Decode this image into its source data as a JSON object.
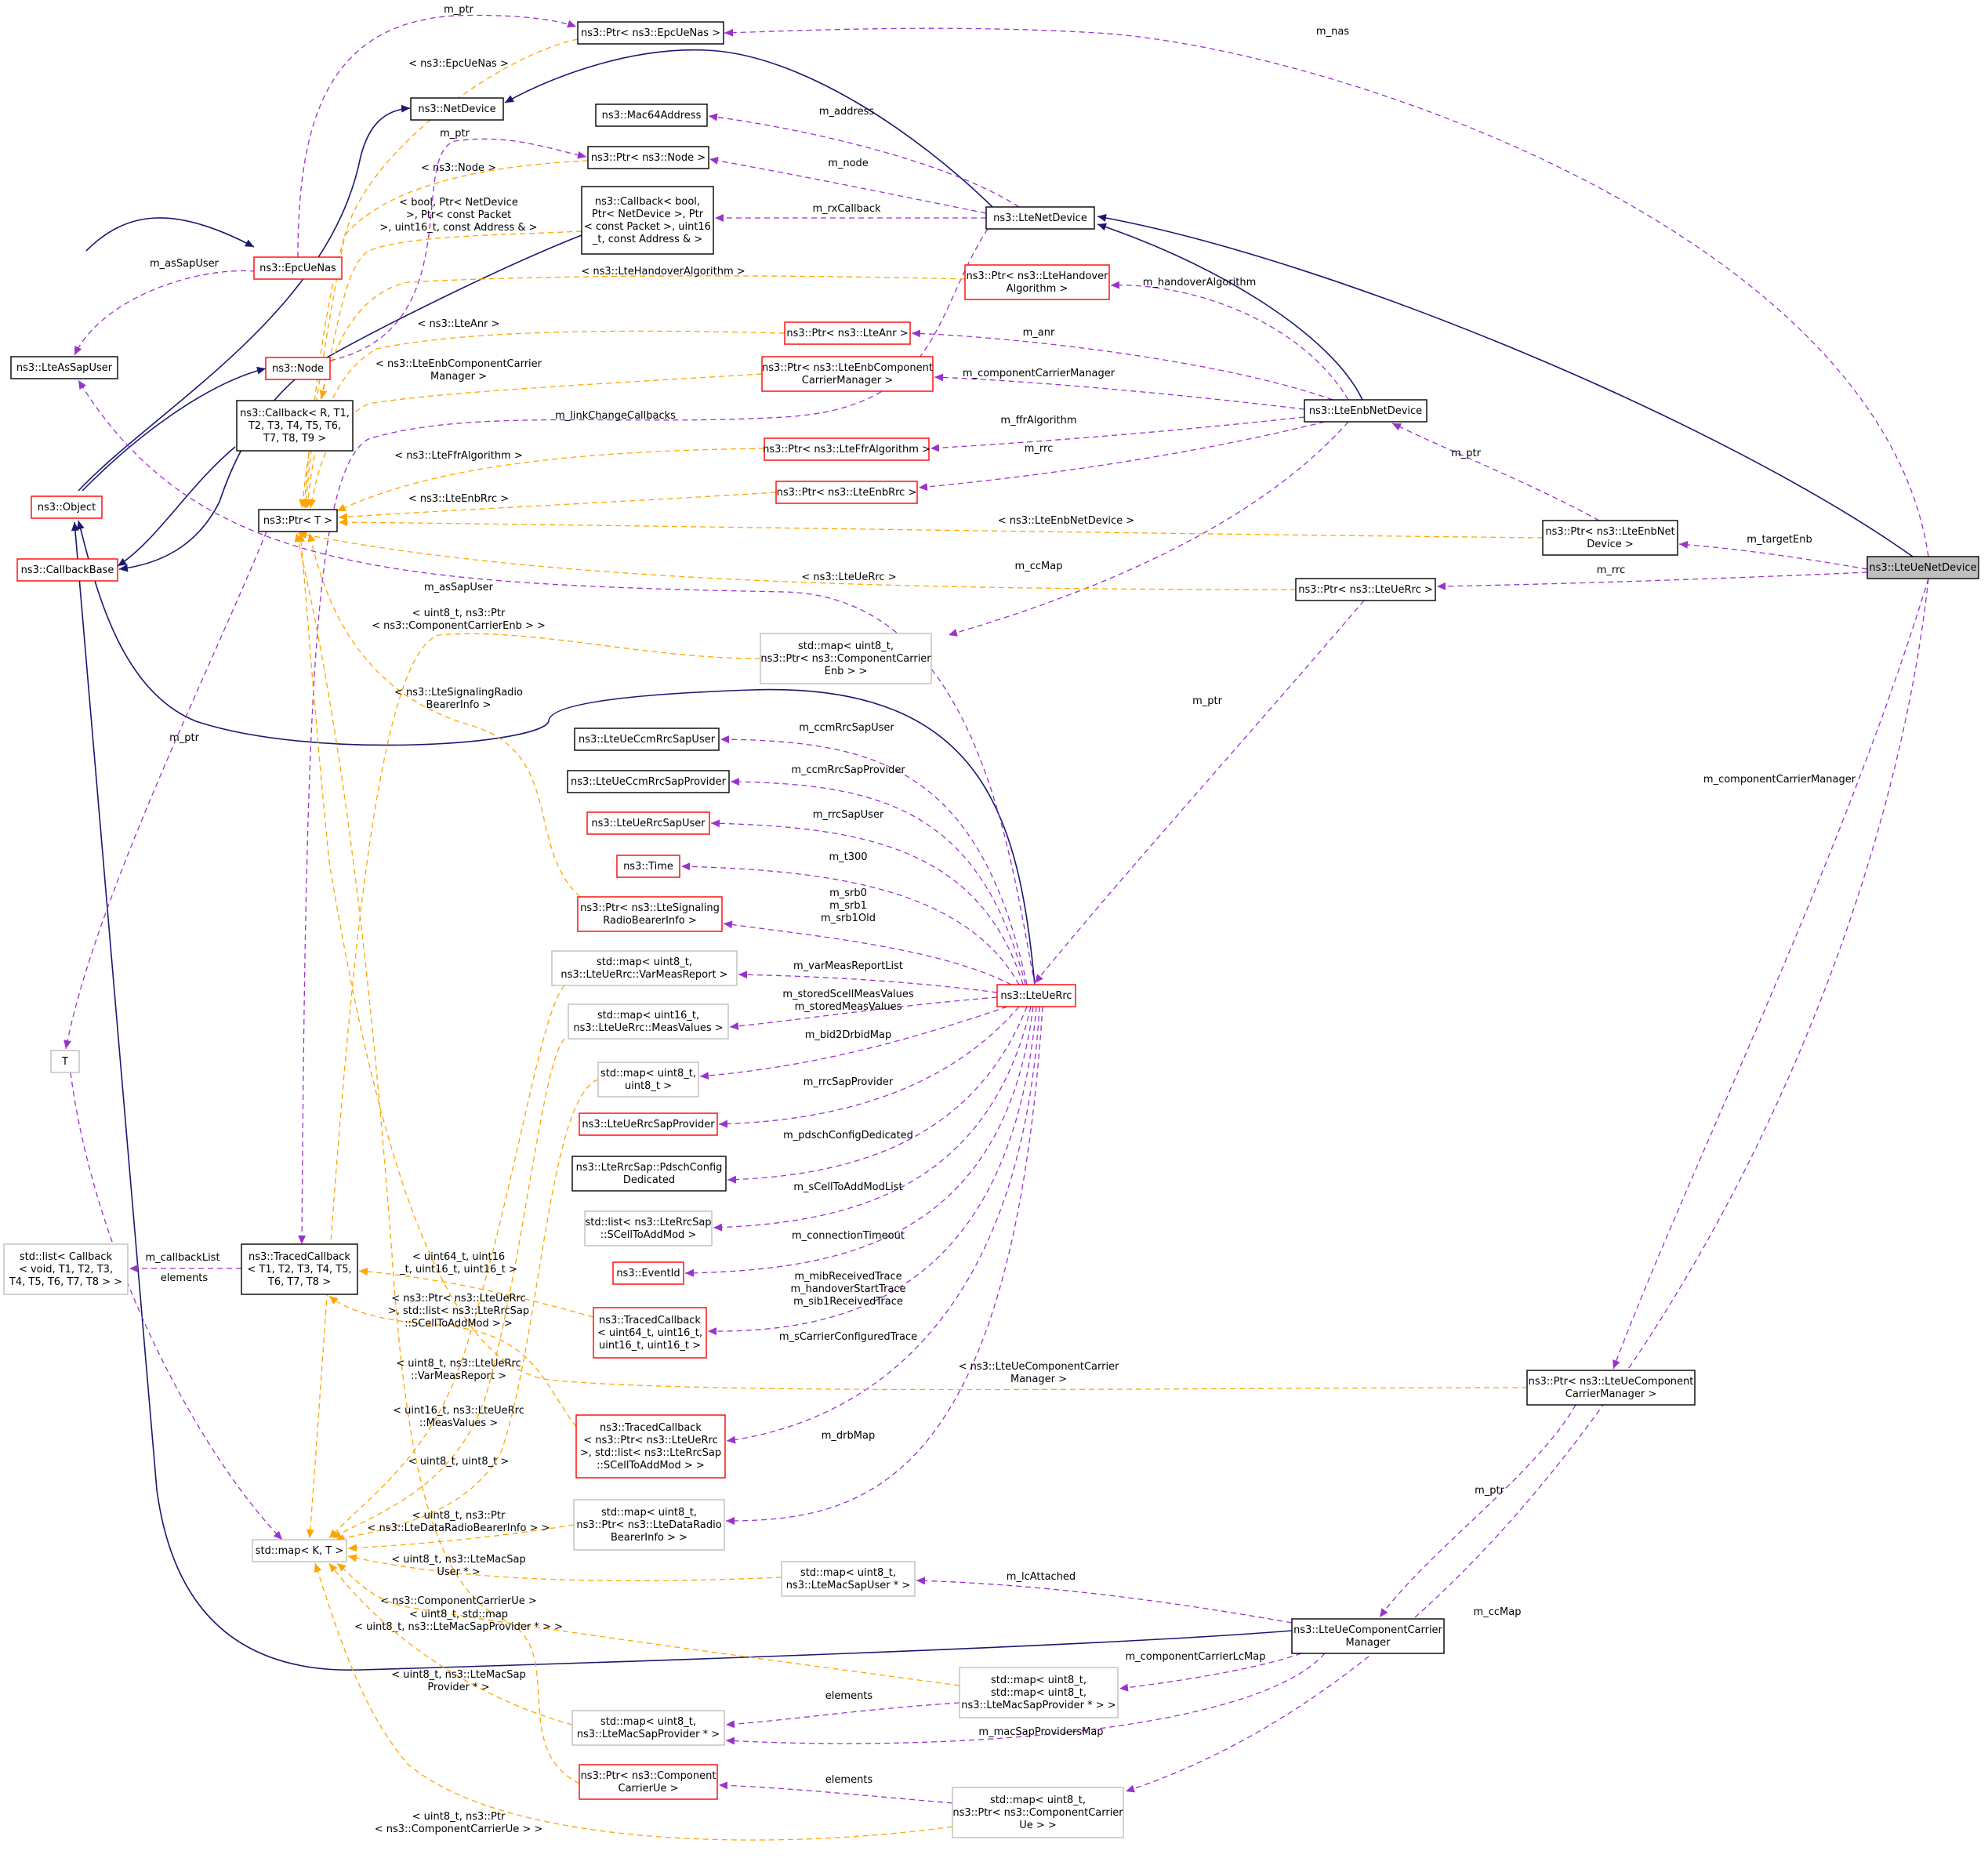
{
  "colors": {
    "box_black": "#000000",
    "box_red": "#ff0000",
    "box_gray": "#bfbfbf",
    "box_focus_fill": "#bfbfbf",
    "edge_inherit": "#191970",
    "edge_usage": "#9a32cd",
    "edge_template": "#ffa500"
  },
  "nodes": [
    {
      "id": "epcUeNasPtr",
      "lines": [
        "ns3::Ptr< ns3::EpcUeNas >"
      ],
      "style": "black"
    },
    {
      "id": "netDevice",
      "lines": [
        "ns3::NetDevice"
      ],
      "style": "black"
    },
    {
      "id": "mac64",
      "lines": [
        "ns3::Mac64Address"
      ],
      "style": "black"
    },
    {
      "id": "nodePtr",
      "lines": [
        "ns3::Ptr< ns3::Node >"
      ],
      "style": "black"
    },
    {
      "id": "cbBool",
      "lines": [
        "ns3::Callback< bool,",
        "Ptr< NetDevice >, Ptr",
        "< const Packet >, uint16",
        "_t, const Address & >"
      ],
      "style": "black"
    },
    {
      "id": "lteNetDevice",
      "lines": [
        "ns3::LteNetDevice"
      ],
      "style": "black"
    },
    {
      "id": "epcUeNas",
      "lines": [
        "ns3::EpcUeNas"
      ],
      "style": "red"
    },
    {
      "id": "handoverPtr",
      "lines": [
        "ns3::Ptr< ns3::LteHandover",
        "Algorithm >"
      ],
      "style": "red"
    },
    {
      "id": "lteAsSapUser",
      "lines": [
        "ns3::LteAsSapUser"
      ],
      "style": "black"
    },
    {
      "id": "node",
      "lines": [
        "ns3::Node"
      ],
      "style": "red"
    },
    {
      "id": "anrPtr",
      "lines": [
        "ns3::Ptr< ns3::LteAnr >"
      ],
      "style": "red"
    },
    {
      "id": "enbCcmPtr",
      "lines": [
        "ns3::Ptr< ns3::LteEnbComponent",
        "CarrierManager >"
      ],
      "style": "red"
    },
    {
      "id": "cbR",
      "lines": [
        "ns3::Callback< R, T1,",
        "T2, T3, T4, T5, T6,",
        "T7, T8, T9 >"
      ],
      "style": "black"
    },
    {
      "id": "lteEnbNetDevice",
      "lines": [
        "ns3::LteEnbNetDevice"
      ],
      "style": "black"
    },
    {
      "id": "ffrPtr",
      "lines": [
        "ns3::Ptr< ns3::LteFfrAlgorithm >"
      ],
      "style": "red"
    },
    {
      "id": "object",
      "lines": [
        "ns3::Object"
      ],
      "style": "red"
    },
    {
      "id": "enbRrcPtr",
      "lines": [
        "ns3::Ptr< ns3::LteEnbRrc >"
      ],
      "style": "red"
    },
    {
      "id": "ptrT",
      "lines": [
        "ns3::Ptr< T >"
      ],
      "style": "black"
    },
    {
      "id": "enbNetPtr",
      "lines": [
        "ns3::Ptr< ns3::LteEnbNet",
        "Device >"
      ],
      "style": "black"
    },
    {
      "id": "callbackBase",
      "lines": [
        "ns3::CallbackBase"
      ],
      "style": "red"
    },
    {
      "id": "lteUeNetDevice",
      "lines": [
        "ns3::LteUeNetDevice"
      ],
      "style": "focus"
    },
    {
      "id": "ueRrcPtr",
      "lines": [
        "ns3::Ptr< ns3::LteUeRrc >"
      ],
      "style": "black"
    },
    {
      "id": "mapCcEnb",
      "lines": [
        "std::map< uint8_t,",
        "ns3::Ptr< ns3::ComponentCarrier",
        "Enb > >"
      ],
      "style": "gray"
    },
    {
      "id": "ccmRrcSapUser",
      "lines": [
        "ns3::LteUeCcmRrcSapUser"
      ],
      "style": "black"
    },
    {
      "id": "ccmRrcSapProvider",
      "lines": [
        "ns3::LteUeCcmRrcSapProvider"
      ],
      "style": "black"
    },
    {
      "id": "ueRrcSapUser",
      "lines": [
        "ns3::LteUeRrcSapUser"
      ],
      "style": "red"
    },
    {
      "id": "time",
      "lines": [
        "ns3::Time"
      ],
      "style": "red"
    },
    {
      "id": "srbPtr",
      "lines": [
        "ns3::Ptr< ns3::LteSignaling",
        "RadioBearerInfo >"
      ],
      "style": "red"
    },
    {
      "id": "mapVarMeas",
      "lines": [
        "std::map< uint8_t,",
        "ns3::LteUeRrc::VarMeasReport >"
      ],
      "style": "gray"
    },
    {
      "id": "lteUeRrc",
      "lines": [
        "ns3::LteUeRrc"
      ],
      "style": "red"
    },
    {
      "id": "mapMeasValues",
      "lines": [
        "std::map< uint16_t,",
        "ns3::LteUeRrc::MeasValues >"
      ],
      "style": "gray"
    },
    {
      "id": "mapU8U8",
      "lines": [
        "std::map< uint8_t,",
        "uint8_t >"
      ],
      "style": "gray"
    },
    {
      "id": "T",
      "lines": [
        "T"
      ],
      "style": "gray"
    },
    {
      "id": "ueRrcSapProvider",
      "lines": [
        "ns3::LteUeRrcSapProvider"
      ],
      "style": "red"
    },
    {
      "id": "pdschConfig",
      "lines": [
        "ns3::LteRrcSap::PdschConfig",
        "Dedicated"
      ],
      "style": "black"
    },
    {
      "id": "listSCell",
      "lines": [
        "std::list< ns3::LteRrcSap",
        "::SCellToAddMod >"
      ],
      "style": "gray"
    },
    {
      "id": "stdListCallback",
      "lines": [
        "std::list< Callback",
        "< void, T1, T2, T3,",
        "T4, T5, T6, T7, T8 > >"
      ],
      "style": "gray"
    },
    {
      "id": "tracedCallback",
      "lines": [
        "ns3::TracedCallback",
        "< T1, T2, T3, T4, T5,",
        "T6, T7, T8 >"
      ],
      "style": "black"
    },
    {
      "id": "eventId",
      "lines": [
        "ns3::EventId"
      ],
      "style": "red"
    },
    {
      "id": "tcU64",
      "lines": [
        "ns3::TracedCallback",
        "< uint64_t, uint16_t,",
        "uint16_t, uint16_t >"
      ],
      "style": "red"
    },
    {
      "id": "ueCcmPtr",
      "lines": [
        "ns3::Ptr< ns3::LteUeComponent",
        "CarrierManager >"
      ],
      "style": "black"
    },
    {
      "id": "tcScell",
      "lines": [
        "ns3::TracedCallback",
        "< ns3::Ptr< ns3::LteUeRrc",
        ">, std::list< ns3::LteRrcSap",
        "::SCellToAddMod > >"
      ],
      "style": "red"
    },
    {
      "id": "mapDrb",
      "lines": [
        "std::map< uint8_t,",
        "ns3::Ptr< ns3::LteDataRadio",
        "BearerInfo > >"
      ],
      "style": "gray"
    },
    {
      "id": "mapKT",
      "lines": [
        "std::map< K, T >"
      ],
      "style": "gray"
    },
    {
      "id": "mapMacSapUser",
      "lines": [
        "std::map< uint8_t,",
        "ns3::LteMacSapUser * >"
      ],
      "style": "gray"
    },
    {
      "id": "ueCcm",
      "lines": [
        "ns3::LteUeComponentCarrier",
        "Manager"
      ],
      "style": "black"
    },
    {
      "id": "mapMapProvider",
      "lines": [
        "std::map< uint8_t,",
        "std::map< uint8_t,",
        "ns3::LteMacSapProvider * > >"
      ],
      "style": "gray"
    },
    {
      "id": "mapMacSapProvider",
      "lines": [
        "std::map< uint8_t,",
        "ns3::LteMacSapProvider * >"
      ],
      "style": "gray"
    },
    {
      "id": "ccUePtr",
      "lines": [
        "ns3::Ptr< ns3::Component",
        "CarrierUe >"
      ],
      "style": "red"
    },
    {
      "id": "mapCcUe",
      "lines": [
        "std::map< uint8_t,",
        "ns3::Ptr< ns3::ComponentCarrier",
        "Ue > >"
      ],
      "style": "gray"
    }
  ],
  "edges": [
    {
      "from": "netDevice",
      "to": "lteNetDevice",
      "kind": "inherit"
    },
    {
      "from": "lteNetDevice",
      "to": "lteEnbNetDevice",
      "kind": "inherit"
    },
    {
      "from": "lteNetDevice",
      "to": "lteUeNetDevice",
      "kind": "inherit"
    },
    {
      "from": "object",
      "to": "epcUeNas",
      "kind": "inherit"
    },
    {
      "from": "object",
      "to": "node",
      "kind": "inherit"
    },
    {
      "from": "object",
      "to": "netDevice",
      "kind": "inherit"
    },
    {
      "from": "object",
      "to": "lteUeRrc",
      "kind": "inherit"
    },
    {
      "from": "object",
      "to": "ueCcm",
      "kind": "inherit"
    },
    {
      "from": "callbackBase",
      "to": "cbBool",
      "kind": "inherit"
    },
    {
      "from": "callbackBase",
      "to": "cbR",
      "kind": "inherit"
    },
    {
      "from": "epcUeNasPtr",
      "to": "lteUeNetDevice",
      "kind": "usage",
      "label": [
        "m_nas"
      ]
    },
    {
      "from": "mac64",
      "to": "lteNetDevice",
      "kind": "usage",
      "label": [
        "m_address"
      ]
    },
    {
      "from": "nodePtr",
      "to": "lteNetDevice",
      "kind": "usage",
      "label": [
        "m_node"
      ]
    },
    {
      "from": "cbBool",
      "to": "lteNetDevice",
      "kind": "usage",
      "label": [
        "m_rxCallback"
      ]
    },
    {
      "from": "handoverPtr",
      "to": "lteEnbNetDevice",
      "kind": "usage",
      "label": [
        "m_handoverAlgorithm"
      ]
    },
    {
      "from": "anrPtr",
      "to": "lteEnbNetDevice",
      "kind": "usage",
      "label": [
        "m_anr"
      ]
    },
    {
      "from": "enbCcmPtr",
      "to": "lteEnbNetDevice",
      "kind": "usage",
      "label": [
        "m_componentCarrierManager"
      ]
    },
    {
      "from": "ffrPtr",
      "to": "lteEnbNetDevice",
      "kind": "usage",
      "label": [
        "m_ffrAlgorithm"
      ]
    },
    {
      "from": "enbRrcPtr",
      "to": "lteEnbNetDevice",
      "kind": "usage",
      "label": [
        "m_rrc"
      ]
    },
    {
      "from": "mapCcEnb",
      "to": "lteEnbNetDevice",
      "kind": "usage",
      "label": [
        "m_ccMap"
      ]
    },
    {
      "from": "lteEnbNetDevice",
      "to": "enbNetPtr",
      "kind": "usage",
      "label": [
        "m_ptr"
      ]
    },
    {
      "from": "enbNetPtr",
      "to": "lteUeNetDevice",
      "kind": "usage",
      "label": [
        "m_targetEnb"
      ]
    },
    {
      "from": "ueRrcPtr",
      "to": "lteUeNetDevice",
      "kind": "usage",
      "label": [
        "m_rrc"
      ]
    },
    {
      "from": "lteUeRrc",
      "to": "ueRrcPtr",
      "kind": "usage",
      "label": [
        "m_ptr"
      ]
    },
    {
      "from": "ueCcmPtr",
      "to": "lteUeNetDevice",
      "kind": "usage",
      "label": [
        "m_componentCarrierManager"
      ]
    },
    {
      "from": "mapCcUe",
      "to": "lteUeNetDevice",
      "kind": "usage",
      "label": [
        "m_ccMap"
      ]
    },
    {
      "from": "ueCcm",
      "to": "ueCcmPtr",
      "kind": "usage",
      "label": [
        "m_ptr"
      ]
    },
    {
      "from": "epcUeNas",
      "to": "epcUeNasPtr",
      "kind": "usage",
      "label": [
        "m_ptr"
      ]
    },
    {
      "from": "node",
      "to": "nodePtr",
      "kind": "usage",
      "label": [
        "m_ptr"
      ]
    },
    {
      "from": "lteAsSapUser",
      "to": "epcUeNas",
      "kind": "usage",
      "label": [
        "m_asSapUser"
      ]
    },
    {
      "from": "lteAsSapUser",
      "to": "lteUeRrc",
      "kind": "usage",
      "label": [
        "m_asSapUser"
      ]
    },
    {
      "from": "tracedCallback",
      "to": "lteNetDevice",
      "kind": "usage",
      "label": [
        "m_linkChangeCallbacks"
      ]
    },
    {
      "from": "T",
      "to": "ptrT",
      "kind": "usage",
      "label": [
        "m_ptr"
      ]
    },
    {
      "from": "T",
      "to": "mapKT",
      "kind": "usage",
      "label": [
        "elements"
      ]
    },
    {
      "from": "stdListCallback",
      "to": "tracedCallback",
      "kind": "usage",
      "label": [
        "m_callbackList"
      ]
    },
    {
      "from": "ccmRrcSapUser",
      "to": "lteUeRrc",
      "kind": "usage",
      "label": [
        "m_ccmRrcSapUser"
      ]
    },
    {
      "from": "ccmRrcSapProvider",
      "to": "lteUeRrc",
      "kind": "usage",
      "label": [
        "m_ccmRrcSapProvider"
      ]
    },
    {
      "from": "ueRrcSapUser",
      "to": "lteUeRrc",
      "kind": "usage",
      "label": [
        "m_rrcSapUser"
      ]
    },
    {
      "from": "time",
      "to": "lteUeRrc",
      "kind": "usage",
      "label": [
        "m_t300"
      ]
    },
    {
      "from": "srbPtr",
      "to": "lteUeRrc",
      "kind": "usage",
      "label": [
        "m_srb0",
        "m_srb1",
        "m_srb1Old"
      ]
    },
    {
      "from": "mapVarMeas",
      "to": "lteUeRrc",
      "kind": "usage",
      "label": [
        "m_varMeasReportList"
      ]
    },
    {
      "from": "mapMeasValues",
      "to": "lteUeRrc",
      "kind": "usage",
      "label": [
        "m_storedScellMeasValues",
        "m_storedMeasValues"
      ]
    },
    {
      "from": "mapU8U8",
      "to": "lteUeRrc",
      "kind": "usage",
      "label": [
        "m_bid2DrbidMap"
      ]
    },
    {
      "from": "ueRrcSapProvider",
      "to": "lteUeRrc",
      "kind": "usage",
      "label": [
        "m_rrcSapProvider"
      ]
    },
    {
      "from": "pdschConfig",
      "to": "lteUeRrc",
      "kind": "usage",
      "label": [
        "m_pdschConfigDedicated"
      ]
    },
    {
      "from": "listSCell",
      "to": "lteUeRrc",
      "kind": "usage",
      "label": [
        "m_sCellToAddModList"
      ]
    },
    {
      "from": "eventId",
      "to": "lteUeRrc",
      "kind": "usage",
      "label": [
        "m_connectionTimeout"
      ]
    },
    {
      "from": "tcU64",
      "to": "lteUeRrc",
      "kind": "usage",
      "label": [
        "m_mibReceivedTrace",
        "m_handoverStartTrace",
        "m_sib1ReceivedTrace"
      ]
    },
    {
      "from": "tcScell",
      "to": "lteUeRrc",
      "kind": "usage",
      "label": [
        "m_sCarrierConfiguredTrace"
      ]
    },
    {
      "from": "mapDrb",
      "to": "lteUeRrc",
      "kind": "usage",
      "label": [
        "m_drbMap"
      ]
    },
    {
      "from": "mapMacSapUser",
      "to": "ueCcm",
      "kind": "usage",
      "label": [
        "m_lcAttached"
      ]
    },
    {
      "from": "mapMapProvider",
      "to": "ueCcm",
      "kind": "usage",
      "label": [
        "m_componentCarrierLcMap"
      ]
    },
    {
      "from": "mapMacSapProvider",
      "to": "ueCcm",
      "kind": "usage",
      "label": [
        "m_macSapProvidersMap"
      ]
    },
    {
      "from": "mapMacSapProvider",
      "to": "mapMapProvider",
      "kind": "usage",
      "label": [
        "elements"
      ]
    },
    {
      "from": "ccUePtr",
      "to": "mapCcUe",
      "kind": "usage",
      "label": [
        "elements"
      ]
    },
    {
      "from": "ptrT",
      "to": "epcUeNasPtr",
      "kind": "template",
      "label": [
        "< ns3::EpcUeNas >"
      ]
    },
    {
      "from": "ptrT",
      "to": "nodePtr",
      "kind": "template",
      "label": [
        "< ns3::Node >"
      ]
    },
    {
      "from": "ptrT",
      "to": "handoverPtr",
      "kind": "template",
      "label": [
        "< ns3::LteHandoverAlgorithm >"
      ]
    },
    {
      "from": "ptrT",
      "to": "anrPtr",
      "kind": "template",
      "label": [
        "< ns3::LteAnr >"
      ]
    },
    {
      "from": "ptrT",
      "to": "enbCcmPtr",
      "kind": "template",
      "label": [
        "< ns3::LteEnbComponentCarrier",
        "Manager >"
      ]
    },
    {
      "from": "ptrT",
      "to": "ffrPtr",
      "kind": "template",
      "label": [
        "< ns3::LteFfrAlgorithm >"
      ]
    },
    {
      "from": "ptrT",
      "to": "enbRrcPtr",
      "kind": "template",
      "label": [
        "< ns3::LteEnbRrc >"
      ]
    },
    {
      "from": "ptrT",
      "to": "enbNetPtr",
      "kind": "template",
      "label": [
        "< ns3::LteEnbNetDevice >"
      ]
    },
    {
      "from": "ptrT",
      "to": "ueRrcPtr",
      "kind": "template",
      "label": [
        "< ns3::LteUeRrc >"
      ]
    },
    {
      "from": "ptrT",
      "to": "srbPtr",
      "kind": "template",
      "label": [
        "< ns3::LteSignalingRadio",
        "BearerInfo >"
      ]
    },
    {
      "from": "ptrT",
      "to": "ueCcmPtr",
      "kind": "template",
      "label": [
        "< ns3::LteUeComponentCarrier",
        "Manager >"
      ]
    },
    {
      "from": "ptrT",
      "to": "ccUePtr",
      "kind": "template",
      "label": [
        "< ns3::ComponentCarrierUe >"
      ]
    },
    {
      "from": "cbR",
      "to": "cbBool",
      "kind": "template",
      "label": [
        "< bool, Ptr< NetDevice",
        ">, Ptr< const Packet",
        ">, uint16_t, const Address & >"
      ]
    },
    {
      "from": "mapKT",
      "to": "mapCcEnb",
      "kind": "template",
      "label": [
        "< uint8_t, ns3::Ptr",
        "< ns3::ComponentCarrierEnb > >"
      ]
    },
    {
      "from": "mapKT",
      "to": "mapVarMeas",
      "kind": "template",
      "label": [
        "< uint8_t, ns3::LteUeRrc",
        "::VarMeasReport >"
      ]
    },
    {
      "from": "mapKT",
      "to": "mapMeasValues",
      "kind": "template",
      "label": [
        "< uint16_t, ns3::LteUeRrc",
        "::MeasValues >"
      ]
    },
    {
      "from": "mapKT",
      "to": "mapU8U8",
      "kind": "template",
      "label": [
        "< uint8_t, uint8_t >"
      ]
    },
    {
      "from": "mapKT",
      "to": "mapDrb",
      "kind": "template",
      "label": [
        "< uint8_t, ns3::Ptr",
        "< ns3::LteDataRadioBearerInfo > >"
      ]
    },
    {
      "from": "mapKT",
      "to": "mapMacSapUser",
      "kind": "template",
      "label": [
        "< uint8_t, ns3::LteMacSap",
        "User * >"
      ]
    },
    {
      "from": "mapKT",
      "to": "mapMapProvider",
      "kind": "template",
      "label": [
        "< uint8_t, std::map",
        "< uint8_t, ns3::LteMacSapProvider * > >"
      ]
    },
    {
      "from": "mapKT",
      "to": "mapMacSapProvider",
      "kind": "template",
      "label": [
        "< uint8_t, ns3::LteMacSap",
        "Provider * >"
      ]
    },
    {
      "from": "mapKT",
      "to": "mapCcUe",
      "kind": "template",
      "label": [
        "< uint8_t, ns3::Ptr",
        "< ns3::ComponentCarrierUe > >"
      ]
    },
    {
      "from": "tracedCallback",
      "to": "tcU64",
      "kind": "template",
      "label": [
        "< uint64_t, uint16",
        "_t, uint16_t, uint16_t >"
      ]
    },
    {
      "from": "tracedCallback",
      "to": "tcScell",
      "kind": "template",
      "label": [
        "< ns3::Ptr< ns3::LteUeRrc",
        ">, std::list< ns3::LteRrcSap",
        "::SCellToAddMod > >"
      ]
    }
  ]
}
